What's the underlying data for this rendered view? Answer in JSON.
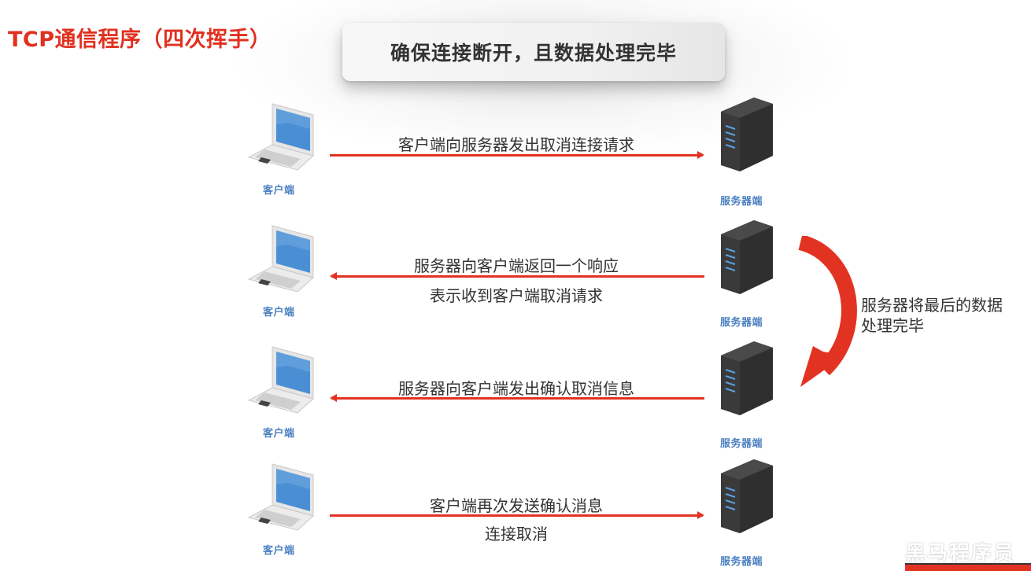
{
  "title": "TCP通信程序（四次挥手）",
  "headline": "确保连接断开，且数据处理完毕",
  "client_label": "客户端",
  "server_label": "服务器端",
  "steps": [
    {
      "direction": "client-to-server",
      "line1": "客户端向服务器发出取消连接请求",
      "line2": ""
    },
    {
      "direction": "server-to-client",
      "line1": "服务器向客户端返回一个响应",
      "line2": "表示收到客户端取消请求"
    },
    {
      "direction": "server-to-client",
      "line1": "服务器向客户端发出确认取消信息",
      "line2": ""
    },
    {
      "direction": "client-to-server",
      "line1": "客户端再次发送确认消息",
      "line2": "连接取消"
    }
  ],
  "side_note": {
    "line1": "服务器将最后的数据",
    "line2": "处理完毕"
  },
  "watermark": "黑马程序员",
  "colors": {
    "title": "#e1301f",
    "arrow": "#e23322",
    "node_label": "#4a7fc0",
    "text": "#333333"
  },
  "icons": {
    "client": "laptop-icon",
    "server": "server-tower-icon",
    "curve": "curved-arrow-icon"
  }
}
